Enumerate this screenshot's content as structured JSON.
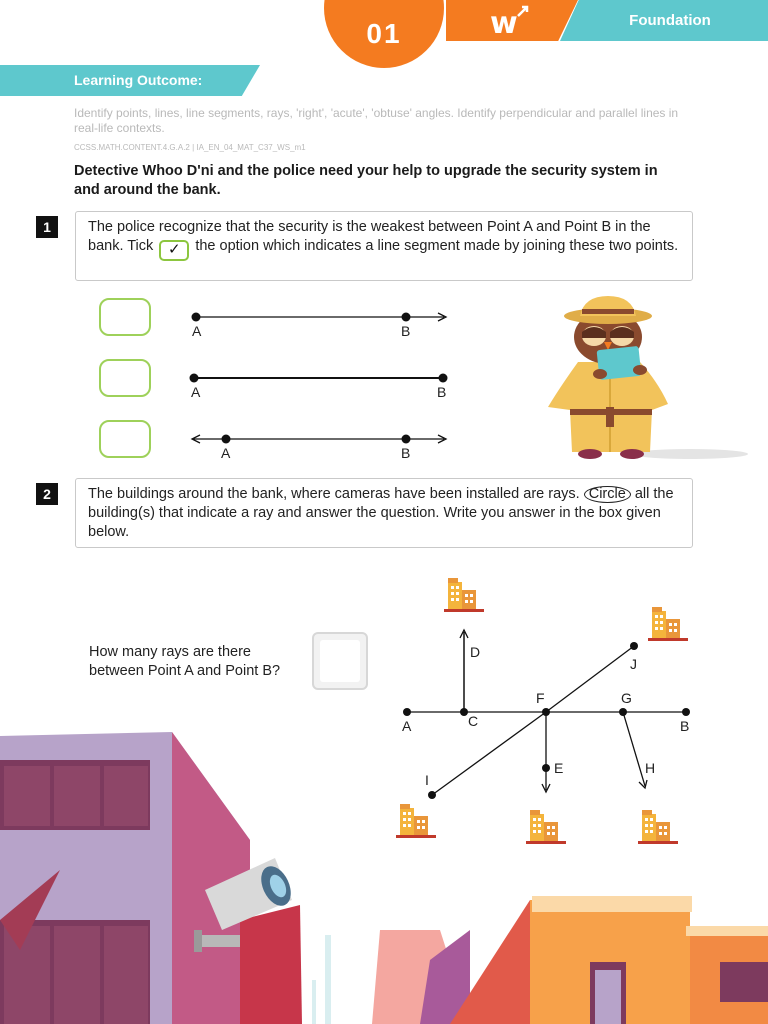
{
  "header": {
    "worksheet_number": "01",
    "level": "Foundation",
    "logo_glyph": "w"
  },
  "learning_outcome": {
    "title": "Learning Outcome:",
    "text": "Identify points, lines, line segments, rays, 'right', 'acute', 'obtuse' angles. Identify perpendicular and parallel lines in real-life contexts.",
    "code": "CCSS.MATH.CONTENT.4.G.A.2 | IA_EN_04_MAT_C37_WS_m1"
  },
  "intro": "Detective Whoo D'ni and the police need your help to upgrade the security system in and around the bank.",
  "q1": {
    "number": "1",
    "text_before": "The police recognize that the security is the weakest between Point A and Point B in the bank. Tick",
    "tick_symbol": "✓",
    "text_after": "the option which indicates a line segment made by joining these two points.",
    "options": [
      {
        "label_a": "A",
        "label_b": "B"
      },
      {
        "label_a": "A",
        "label_b": "B"
      },
      {
        "label_a": "A",
        "label_b": "B"
      }
    ]
  },
  "q2": {
    "number": "2",
    "text_before": "The buildings around the bank, where cameras have been installed are rays.",
    "circle_word": "Circle",
    "text_after": "all the building(s) that indicate a ray and answer the question. Write you answer in the box given below.",
    "question": "How many rays are there between Point A and Point B?",
    "points": {
      "A": "A",
      "B": "B",
      "C": "C",
      "D": "D",
      "E": "E",
      "F": "F",
      "G": "G",
      "H": "H",
      "I": "I",
      "J": "J"
    }
  },
  "colors": {
    "orange": "#f47b20",
    "teal": "#5ec8cd",
    "option_green": "#9ed15a"
  }
}
